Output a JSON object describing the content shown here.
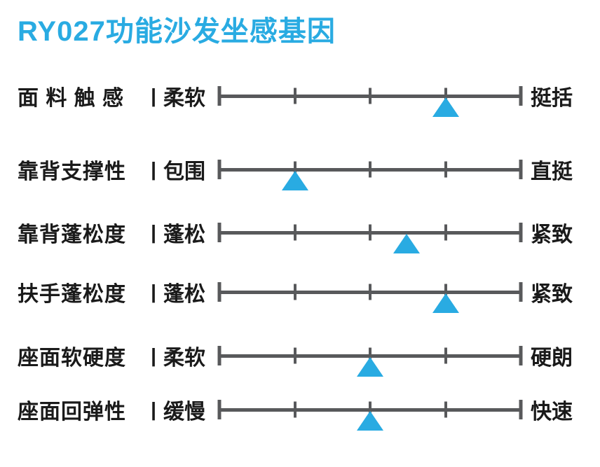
{
  "title": "RY027功能沙发坐感基因",
  "separator": "|",
  "colors": {
    "accent": "#29abe2",
    "scale_line": "#58595b",
    "text": "#1a1a1a",
    "background": "#ffffff"
  },
  "rows": [
    {
      "label": "面 料 触 感",
      "left": "柔软",
      "right": "挺括",
      "value": 75
    },
    {
      "label": "靠背支撑性",
      "left": "包围",
      "right": "直挺",
      "value": 25
    },
    {
      "label": "靠背蓬松度",
      "left": "蓬松",
      "right": "紧致",
      "value": 62
    },
    {
      "label": "扶手蓬松度",
      "left": "蓬松",
      "right": "紧致",
      "value": 75
    },
    {
      "label": "座面软硬度",
      "left": "柔软",
      "right": "硬朗",
      "value": 50
    },
    {
      "label": "座面回弹性",
      "left": "缓慢",
      "right": "快速",
      "value": 50
    }
  ],
  "chart_data": {
    "type": "scatter",
    "title": "RY027功能沙发坐感基因",
    "categories": [
      "面料触感",
      "靠背支撑性",
      "靠背蓬松度",
      "扶手蓬松度",
      "座面软硬度",
      "座面回弹性"
    ],
    "scale_endpoints": [
      [
        "柔软",
        "挺括"
      ],
      [
        "包围",
        "直挺"
      ],
      [
        "蓬松",
        "紧致"
      ],
      [
        "蓬松",
        "紧致"
      ],
      [
        "柔软",
        "硬朗"
      ],
      [
        "缓慢",
        "快速"
      ]
    ],
    "values_percent": [
      75,
      25,
      62,
      75,
      50,
      50
    ],
    "xlim": [
      0,
      100
    ],
    "tick_positions_percent": [
      0,
      25,
      50,
      75,
      100
    ],
    "marker": "triangle-up",
    "grid": false,
    "legend": false
  }
}
